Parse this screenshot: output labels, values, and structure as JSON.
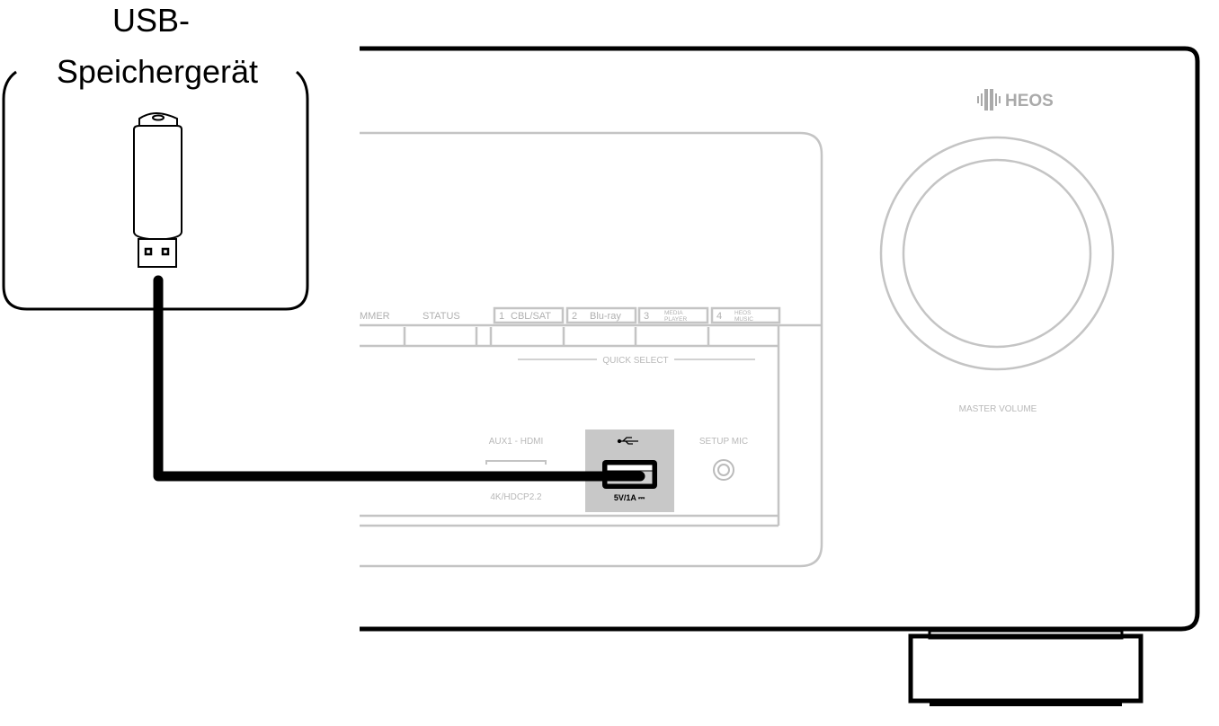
{
  "device_label": {
    "line1": "USB-",
    "line2": "Speichergerät"
  },
  "brand": "HEOS",
  "buttons": {
    "dimmer": "MMER",
    "status": "STATUS"
  },
  "quick_select": {
    "title": "QUICK SELECT",
    "items": [
      {
        "num": "1",
        "label": "CBL/SAT"
      },
      {
        "num": "2",
        "label": "Blu-ray"
      },
      {
        "num": "3",
        "label1": "MEDIA",
        "label2": "PLAYER"
      },
      {
        "num": "4",
        "label1": "HEOS",
        "label2": "MUSIC"
      }
    ]
  },
  "ports": {
    "aux_hdmi": "AUX1 - HDMI",
    "hdcp": "4K/HDCP2.2",
    "usb_rating": "5V/1A ⎓",
    "setup_mic": "SETUP MIC"
  },
  "master_volume": "MASTER VOLUME",
  "colors": {
    "panel_gray": "#c4c4c4",
    "usb_highlight": "#c8c8c8",
    "cable": "#000000"
  }
}
